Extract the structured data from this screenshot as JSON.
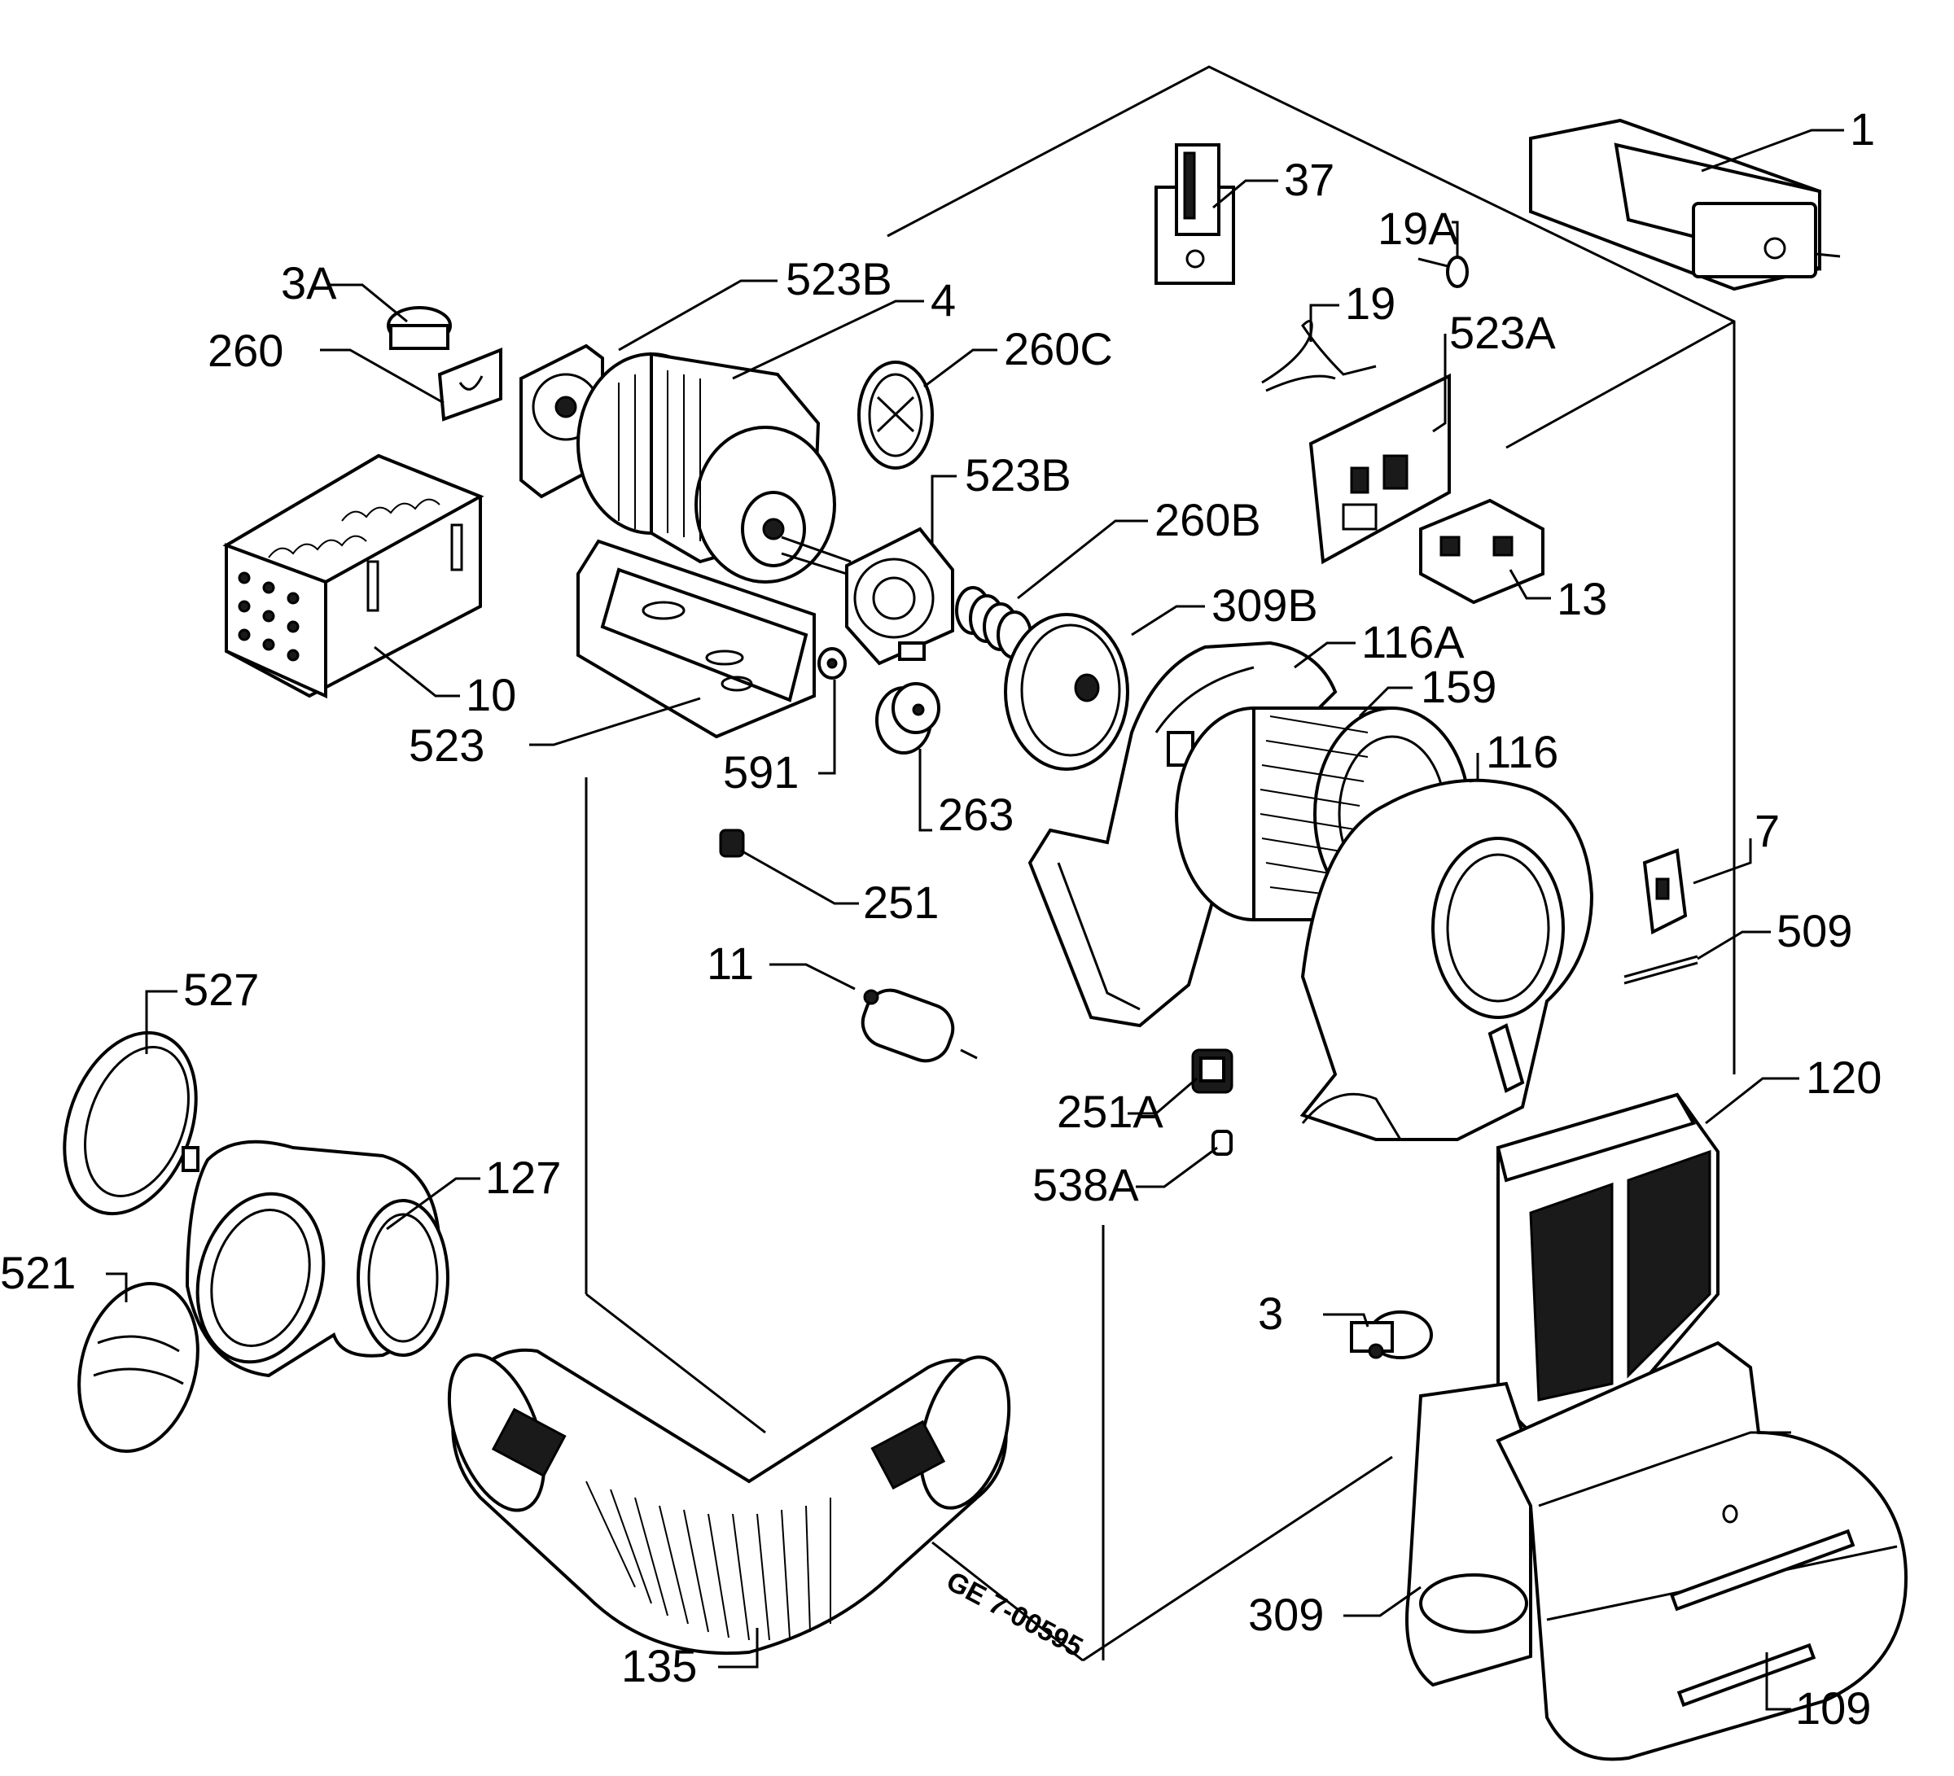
{
  "labels": {
    "p1": "1",
    "p37": "37",
    "p19a": "19A",
    "p19": "19",
    "p523a": "523A",
    "p13": "13",
    "p3a": "3A",
    "p260": "260",
    "p523b_top": "523B",
    "p4": "4",
    "p260c": "260C",
    "p523b_mid": "523B",
    "p260b": "260B",
    "p309b": "309B",
    "p116a": "116A",
    "p159": "159",
    "p116": "116",
    "p10": "10",
    "p523": "523",
    "p591": "591",
    "p263": "263",
    "p251": "251",
    "p11": "11",
    "p7": "7",
    "p509": "509",
    "p527": "527",
    "p127": "127",
    "p521": "521",
    "p251a": "251A",
    "p538a": "538A",
    "p120": "120",
    "p3": "3",
    "p309": "309",
    "p135": "135",
    "p109": "109"
  },
  "stamp": "GE 7-00595"
}
